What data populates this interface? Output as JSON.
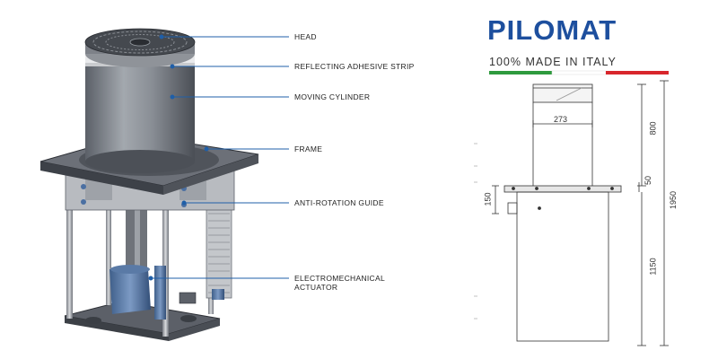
{
  "labels": {
    "head": "HEAD",
    "strip": "REFLECTING ADHESIVE STRIP",
    "cylinder": "MOVING CYLINDER",
    "frame": "FRAME",
    "guide": "ANTI-ROTATION GUIDE",
    "actuator_line1": "ELECTROMECHANICAL",
    "actuator_line2": "ACTUATOR"
  },
  "brand": {
    "name": "PILOMAT",
    "tagline": "100% MADE IN ITALY",
    "color": "#1d4f9e",
    "flag_colors": [
      "#2e9a3e",
      "#ffffff",
      "#d8262c"
    ]
  },
  "dimensions": {
    "width": "273",
    "above_ground": "800",
    "collar": "50",
    "total": "1950",
    "below_ground": "1150",
    "flange": "150"
  }
}
